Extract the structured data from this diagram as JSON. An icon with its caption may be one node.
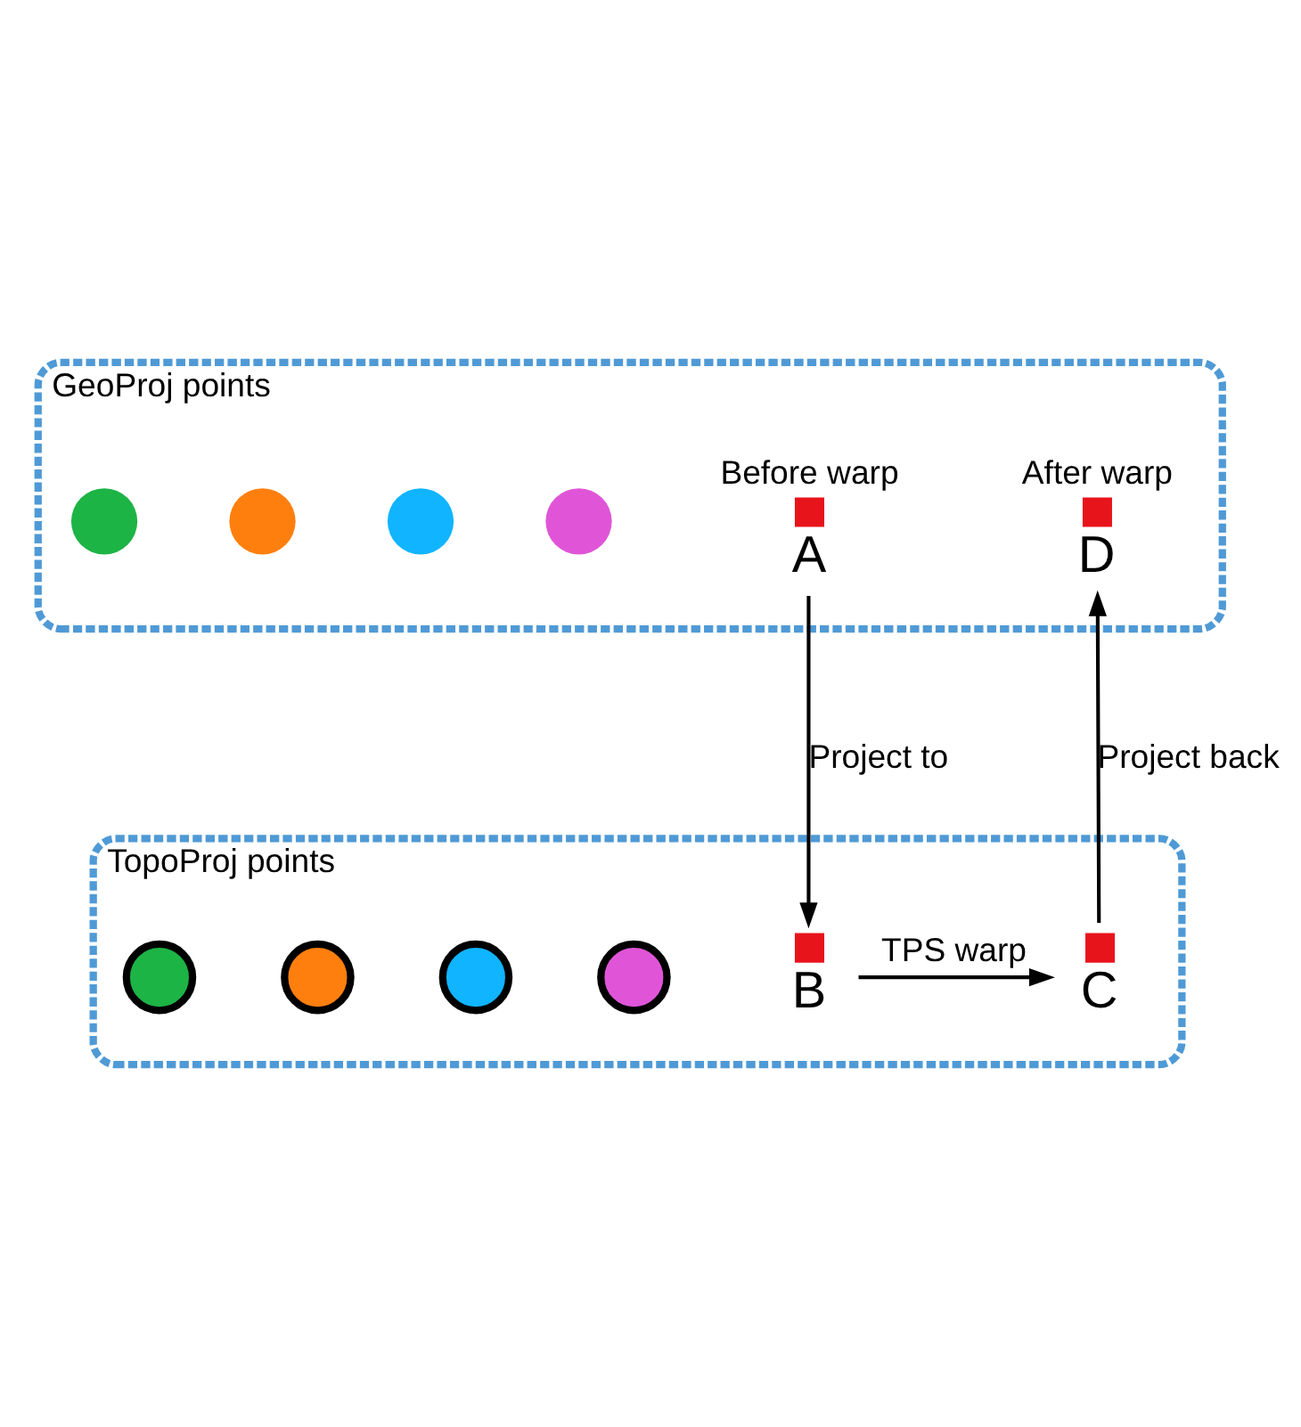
{
  "diagram": {
    "nodes": [
      {
        "text": [
          "GeoProj points"
        ]
      },
      {
        "text": [],
        "shape": "circle",
        "in": 0
      },
      {
        "text": [],
        "shape": "circle",
        "in": 0
      },
      {
        "text": [],
        "shape": "circle",
        "in": 0
      },
      {
        "text": [],
        "shape": "circle",
        "in": 0
      },
      {
        "text": [
          "A"
        ],
        "beside": [
          "Before warp"
        ],
        "in": 0
      },
      {
        "text": [
          "D"
        ],
        "beside": [
          "After warp"
        ],
        "in": 0
      },
      {
        "text": [
          "TopoProj points"
        ]
      },
      {
        "text": [],
        "shape": "circle",
        "in": 7
      },
      {
        "text": [],
        "shape": "circle",
        "in": 7
      },
      {
        "text": [],
        "shape": "circle",
        "in": 7
      },
      {
        "text": [],
        "shape": "circle",
        "in": 7
      },
      {
        "text": [
          "B"
        ],
        "in": 7
      },
      {
        "text": [
          "C"
        ],
        "in": 7
      }
    ],
    "edges": [
      {
        "from": 5,
        "to": 12,
        "arrow": "to",
        "label": "Project to"
      },
      {
        "from": 12,
        "to": 13,
        "arrow": "to",
        "label": "TPS warp"
      },
      {
        "from": 13,
        "to": 6,
        "arrow": "to",
        "label": "Project back"
      }
    ]
  }
}
